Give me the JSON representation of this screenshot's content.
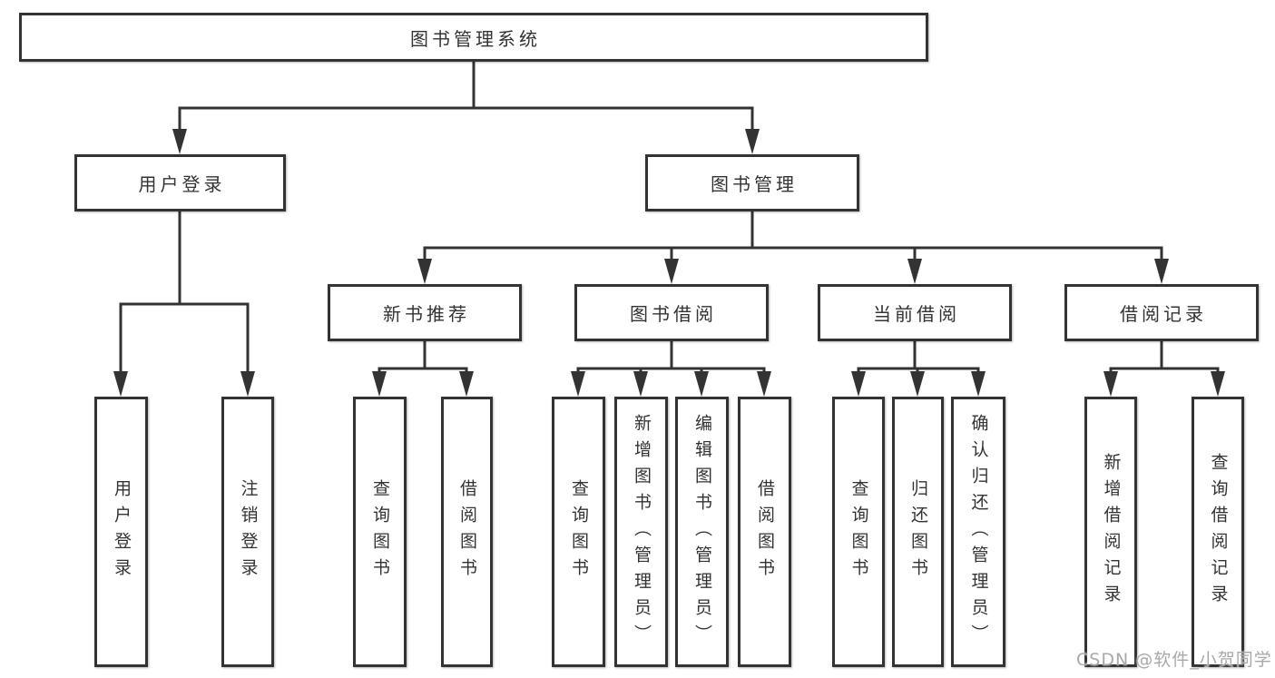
{
  "diagram": {
    "title": "图书管理系统",
    "level2": [
      {
        "label": "用户登录"
      },
      {
        "label": "图书管理"
      }
    ],
    "level3": [
      {
        "label": "新书推荐"
      },
      {
        "label": "图书借阅"
      },
      {
        "label": "当前借阅"
      },
      {
        "label": "借阅记录"
      }
    ],
    "leaves": [
      {
        "label": "用户登录"
      },
      {
        "label": "注销登录"
      },
      {
        "label": "查询图书"
      },
      {
        "label": "借阅图书"
      },
      {
        "label": "查询图书"
      },
      {
        "label": "新增图书（管理员）"
      },
      {
        "label": "编辑图书（管理员）"
      },
      {
        "label": "借阅图书"
      },
      {
        "label": "查询图书"
      },
      {
        "label": "归还图书"
      },
      {
        "label": "确认归还（管理员）"
      },
      {
        "label": "新增借阅记录"
      },
      {
        "label": "查询借阅记录"
      }
    ]
  },
  "watermark": {
    "text": "CSDN @软件_小贺同学"
  },
  "colors": {
    "line": "#333333",
    "text": "#333333",
    "watermark_gray": "#a9a9a9",
    "background": "#ffffff"
  }
}
